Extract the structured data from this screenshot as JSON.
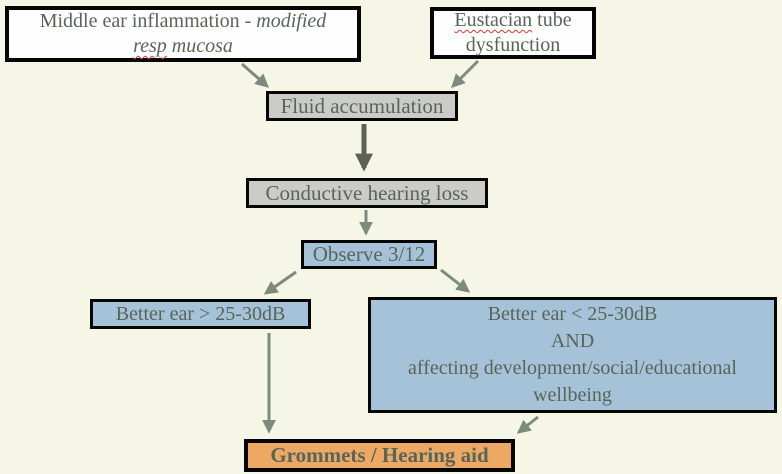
{
  "flowchart": {
    "nodes": {
      "middle_ear": {
        "normal": "Middle ear inflammation - ",
        "italic": "modified",
        "misspelled_word": "resp",
        "italic2": " mucosa"
      },
      "eustacian": {
        "misspelled_word": "Eustacian",
        "rest": " tube",
        "line2": "dysfunction"
      },
      "fluid": {
        "label": "Fluid accumulation"
      },
      "conductive": {
        "label": "Conductive hearing loss"
      },
      "observe": {
        "label": "Observe 3/12"
      },
      "better_left": {
        "label": "Better ear > 25-30dB"
      },
      "better_right": {
        "line1": "Better ear < 25-30dB",
        "line2": "AND",
        "line3": "affecting development/social/educational",
        "line4": "wellbeing"
      },
      "grommets": {
        "label": "Grommets / Hearing aid"
      }
    },
    "edges": [
      {
        "from": "middle_ear",
        "to": "fluid"
      },
      {
        "from": "eustacian",
        "to": "fluid"
      },
      {
        "from": "fluid",
        "to": "conductive",
        "style": "thick"
      },
      {
        "from": "conductive",
        "to": "observe"
      },
      {
        "from": "observe",
        "to": "better_left"
      },
      {
        "from": "observe",
        "to": "better_right"
      },
      {
        "from": "better_left",
        "to": "grommets"
      },
      {
        "from": "better_right",
        "to": "grommets"
      }
    ],
    "colors": {
      "background": "#f5f6e6",
      "box_white": "#fefefe",
      "box_gray": "#cbccc8",
      "box_blue": "#a6c2d8",
      "box_orange": "#eda963",
      "border": "#060606",
      "text": "#58655a",
      "arrow": "#7c8b7e",
      "arrow_dark": "#5d6156",
      "spellcheck_squiggle": "#d83a2e"
    }
  }
}
